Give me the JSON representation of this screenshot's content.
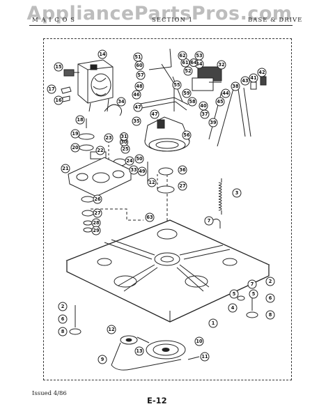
{
  "watermark": "AppliancePartsPros.com",
  "header": {
    "left": "M A I C O S",
    "center": "SECTION 1",
    "right": "BASE & DRIVE"
  },
  "footer": {
    "issued": "Issued 4/86",
    "page": "E-12"
  },
  "callouts": [
    "14",
    "15",
    "16",
    "17",
    "18",
    "19",
    "20",
    "21",
    "22",
    "23",
    "24",
    "25",
    "26",
    "27",
    "28",
    "29",
    "30",
    "31",
    "32",
    "33",
    "34",
    "35",
    "36",
    "37",
    "38",
    "39",
    "40",
    "41",
    "42",
    "43",
    "44",
    "45",
    "46",
    "47",
    "48",
    "49",
    "50",
    "51",
    "52",
    "53",
    "54",
    "55",
    "56",
    "57",
    "58",
    "59",
    "60",
    "61",
    "62",
    "63",
    "64",
    "1",
    "2",
    "3",
    "4",
    "5",
    "6",
    "7",
    "8",
    "9",
    "10",
    "11",
    "12",
    "13",
    "2",
    "5",
    "6",
    "7",
    "8",
    "12",
    "27",
    "47"
  ]
}
